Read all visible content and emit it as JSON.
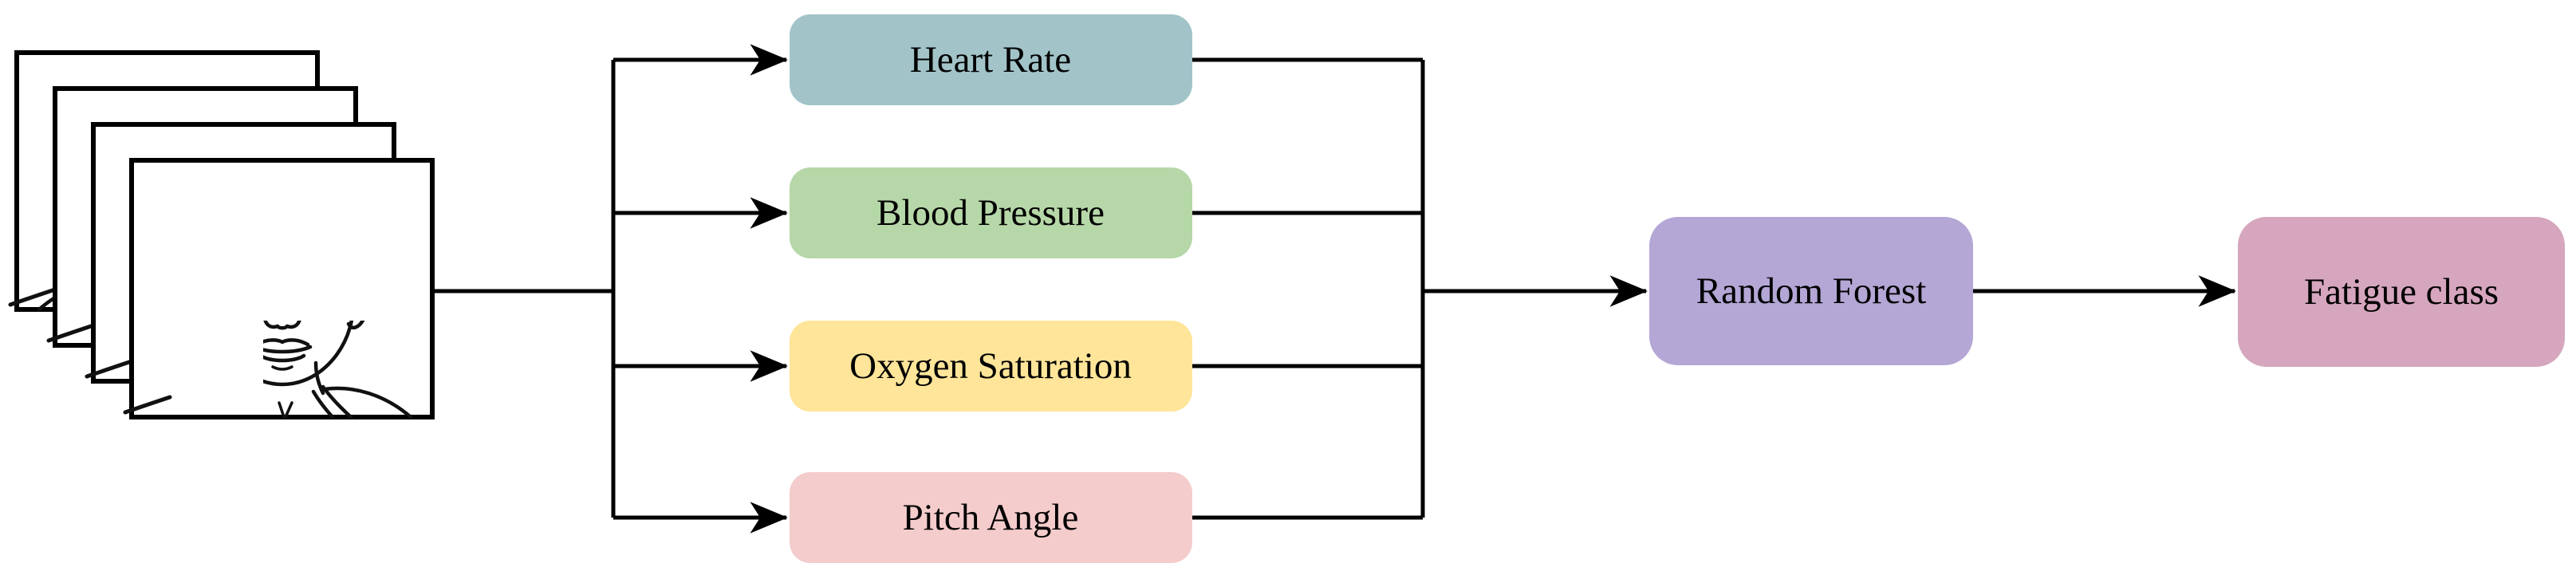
{
  "diagram": {
    "background_color": "#ffffff",
    "line_color": "#000000",
    "text_color": "#000000",
    "input": {
      "icon": "face-photo-stack",
      "frame_count": 4
    },
    "feature_nodes": [
      {
        "id": "heart-rate",
        "label": "Heart Rate",
        "color": "#a2c4c9"
      },
      {
        "id": "blood-pressure",
        "label": "Blood Pressure",
        "color": "#b6d7a8"
      },
      {
        "id": "oxygen-saturation",
        "label": "Oxygen Saturation",
        "color": "#ffe599"
      },
      {
        "id": "pitch-angle",
        "label": "Pitch Angle",
        "color": "#f4cccc"
      }
    ],
    "classifier_node": {
      "id": "random-forest",
      "label": "Random Forest",
      "color": "#b4a7d6"
    },
    "output_node": {
      "id": "fatigue-class",
      "label": "Fatigue class",
      "color": "#d5a6bd"
    },
    "edges": [
      {
        "from": "face-photo-stack",
        "to": "heart-rate"
      },
      {
        "from": "face-photo-stack",
        "to": "blood-pressure"
      },
      {
        "from": "face-photo-stack",
        "to": "oxygen-saturation"
      },
      {
        "from": "face-photo-stack",
        "to": "pitch-angle"
      },
      {
        "from": "heart-rate",
        "to": "random-forest"
      },
      {
        "from": "blood-pressure",
        "to": "random-forest"
      },
      {
        "from": "oxygen-saturation",
        "to": "random-forest"
      },
      {
        "from": "pitch-angle",
        "to": "random-forest"
      },
      {
        "from": "random-forest",
        "to": "fatigue-class"
      }
    ]
  }
}
